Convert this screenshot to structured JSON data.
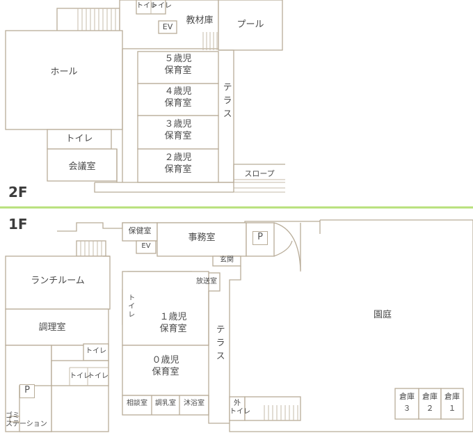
{
  "floors": {
    "f2": {
      "name": "2F",
      "rooms": {
        "toilet_a": "トイレ",
        "toilet_b": "トイレ",
        "ev": "EV",
        "storage": "教材庫",
        "pool": "プール",
        "hall": "ホール",
        "age5": "５歳児\n保育室",
        "age4": "４歳児\n保育室",
        "age3": "３歳児\n保育室",
        "age2": "２歳児\n保育室",
        "terrace": "テラス",
        "toilet": "トイレ",
        "meeting": "会議室",
        "slope": "スロープ"
      }
    },
    "f1": {
      "name": "1F",
      "rooms": {
        "health": "保健室",
        "ev": "EV",
        "office": "事務室",
        "parking_top": "P",
        "entrance": "玄関",
        "broadcast": "放送室",
        "lunch": "ランチルーム",
        "kitchen": "調理室",
        "toilet_vert": "トイレ",
        "age1": "１歳児\n保育室",
        "age0": "０歳児\n保育室",
        "terrace": "テラス",
        "garden": "園庭",
        "toilet_k": "トイレ",
        "toilet_a": "トイレ",
        "toilet_b": "トイレ",
        "parking_left": "P",
        "garbage": "ゴミ\nステーション",
        "consult": "相談室",
        "milk": "調乳室",
        "bath": "沐浴室",
        "outdoor_toilet": "外\nトイレ",
        "store3": "倉庫\n３",
        "store2": "倉庫\n２",
        "store1": "倉庫\n１"
      }
    }
  }
}
